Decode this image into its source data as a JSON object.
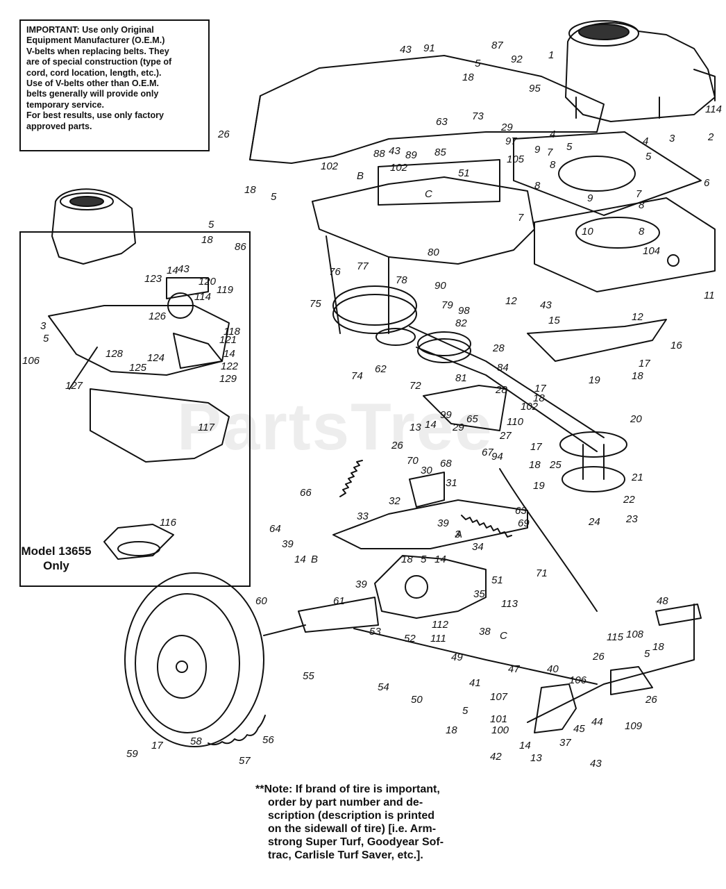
{
  "notice": {
    "lines": [
      "IMPORTANT: Use only Original",
      "Equipment Manufacturer (O.E.M.)",
      "V-belts when replacing belts. They",
      "are of special construction (type of",
      "cord, cord location, length, etc.).",
      "Use of V-belts other than O.E.M.",
      "belts generally will provide only",
      "temporary service.",
      "For best results, use only factory",
      "approved parts."
    ]
  },
  "inset": {
    "model_line1": "Model 13655",
    "model_line2": "Only"
  },
  "watermark": "PartsTree",
  "tire_note": {
    "lines": [
      "**Note: If brand of tire is important,",
      "order by part number and de-",
      "scription (description is printed",
      "on the sidewall of tire) [i.e. Arm-",
      "strong Super Turf, Goodyear Sof-",
      "trac, Carlisle Turf Saver, etc.]."
    ]
  },
  "part_labels": [
    "43",
    "91",
    "5",
    "87",
    "92",
    "18",
    "95",
    "1",
    "114",
    "73",
    "63",
    "29",
    "4",
    "5",
    "3",
    "2",
    "4",
    "5",
    "26",
    "88",
    "43",
    "89",
    "85",
    "97",
    "9",
    "7",
    "105",
    "102",
    "102",
    "B",
    "51",
    "8",
    "6",
    "C",
    "8",
    "9",
    "7",
    "18",
    "5",
    "8",
    "7",
    "10",
    "8",
    "5",
    "104",
    "18",
    "86",
    "80",
    "77",
    "76",
    "78",
    "90",
    "75",
    "79",
    "98",
    "82",
    "12",
    "43",
    "11",
    "12",
    "15",
    "16",
    "74",
    "62",
    "28",
    "84",
    "17",
    "18",
    "72",
    "81",
    "28",
    "17",
    "19",
    "18",
    "102",
    "99",
    "29",
    "65",
    "110",
    "20",
    "13",
    "14",
    "27",
    "26",
    "67",
    "94",
    "17",
    "70",
    "30",
    "68",
    "18",
    "25",
    "31",
    "19",
    "21",
    "22",
    "66",
    "32",
    "63",
    "23",
    "24",
    "69",
    "33",
    "64",
    "39",
    "39",
    "A",
    "3",
    "14",
    "B",
    "34",
    "18",
    "5",
    "14",
    "71",
    "39",
    "51",
    "60",
    "35",
    "113",
    "61",
    "48",
    "53",
    "38",
    "112",
    "52",
    "111",
    "C",
    "115",
    "108",
    "26",
    "5",
    "18",
    "55",
    "54",
    "49",
    "50",
    "47",
    "40",
    "106",
    "41",
    "26",
    "107",
    "101",
    "100",
    "5",
    "44",
    "109",
    "18",
    "45",
    "14",
    "37",
    "13",
    "42",
    "43",
    "59",
    "17",
    "58",
    "57",
    "56",
    "14",
    "43",
    "123",
    "120",
    "119",
    "114",
    "126",
    "118",
    "128",
    "121",
    "14",
    "125",
    "124",
    "122",
    "129",
    "3",
    "5",
    "106",
    "127",
    "117",
    "116"
  ]
}
